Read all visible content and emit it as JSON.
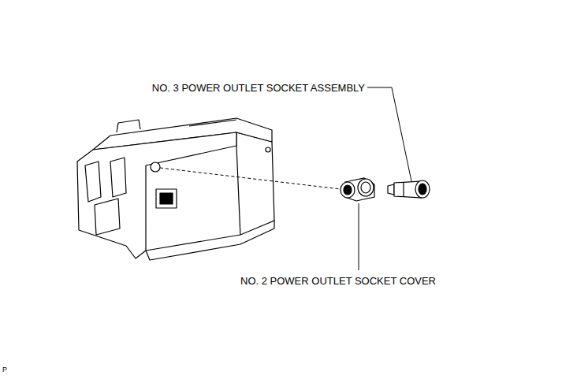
{
  "diagram": {
    "labels": [
      "NO. 3 POWER OUTLET SOCKET ASSEMBLY",
      "NO. 2 POWER OUTLET SOCKET COVER",
      "P"
    ]
  }
}
